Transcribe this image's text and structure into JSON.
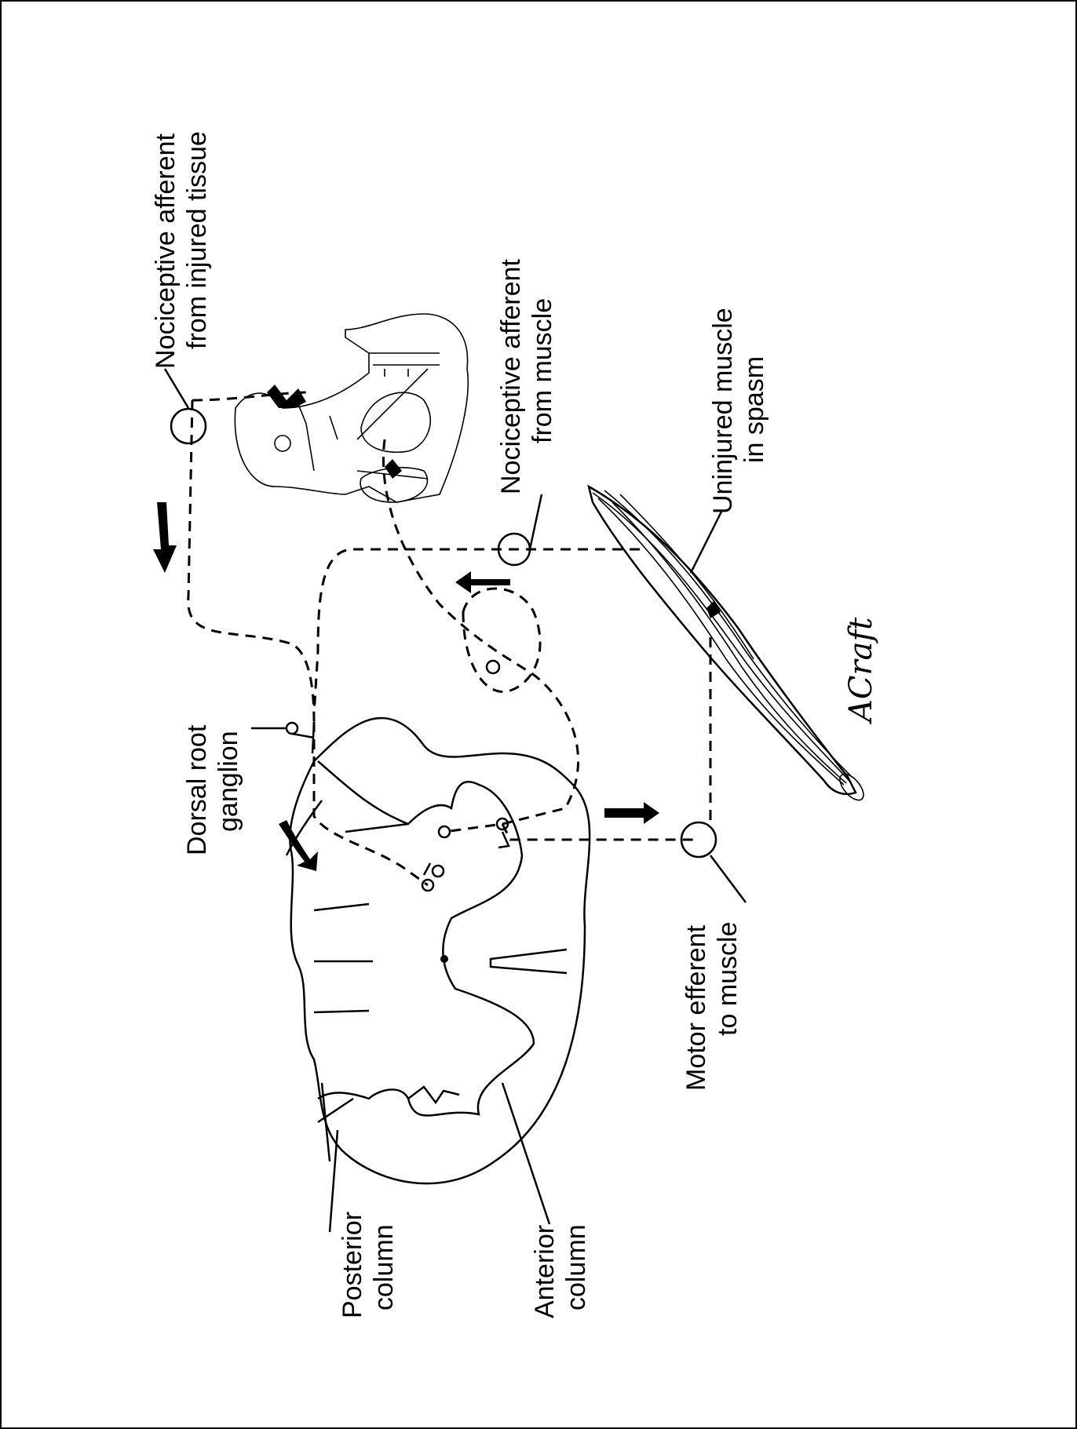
{
  "labels": {
    "nociceptive_tissue_1": "Nociceptive afferent",
    "nociceptive_tissue_2": "from injured tissue",
    "nociceptive_muscle_1": "Nociceptive afferent",
    "nociceptive_muscle_2": "from muscle",
    "uninjured_1": "Uninjured muscle",
    "uninjured_2": "in spasm",
    "dorsal_1": "Dorsal root",
    "dorsal_2": "ganglion",
    "motor_1": "Motor efferent",
    "motor_2": "to muscle",
    "posterior_1": "Posterior",
    "posterior_2": "column",
    "anterior_1": "Anterior",
    "anterior_2": "column",
    "signature": "ACraft"
  }
}
